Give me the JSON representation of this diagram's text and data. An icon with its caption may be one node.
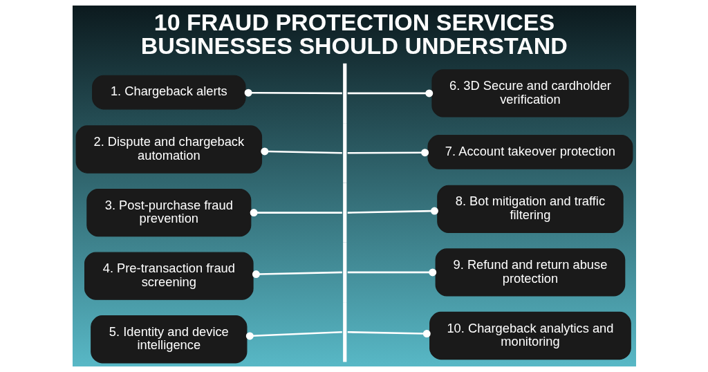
{
  "diagram": {
    "title": "10 FRAUD PROTECTION SERVICES BUSINESSES SHOULD UNDERSTAND",
    "nodes": [
      {
        "text": [],
        "shape": "bar"
      },
      {
        "text": [
          "1. Chargeback alerts"
        ]
      },
      {
        "text": [
          "2. Dispute and chargeback automation"
        ]
      },
      {
        "text": [
          "3. Post-purchase fraud prevention"
        ]
      },
      {
        "text": [
          "4. Pre-transaction fraud screening"
        ]
      },
      {
        "text": [
          "5. Identity and device intelligence"
        ]
      },
      {
        "text": [
          "6. 3D Secure and cardholder verification"
        ]
      },
      {
        "text": [
          "7. Account takeover protection"
        ]
      },
      {
        "text": [
          "8. Bot mitigation and traffic filtering"
        ]
      },
      {
        "text": [
          "9. Refund and return abuse protection"
        ]
      },
      {
        "text": [
          "10. Chargeback analytics and monitoring"
        ]
      }
    ],
    "edges": [
      {
        "from": 1,
        "to": 0,
        "arrow": "other"
      },
      {
        "from": 2,
        "to": 0,
        "arrow": "other"
      },
      {
        "from": 3,
        "to": 0,
        "arrow": "other"
      },
      {
        "from": 4,
        "to": 0,
        "arrow": "other"
      },
      {
        "from": 5,
        "to": 0,
        "arrow": "other"
      },
      {
        "from": 0,
        "to": 6,
        "arrow": "other"
      },
      {
        "from": 0,
        "to": 7,
        "arrow": "other"
      },
      {
        "from": 0,
        "to": 8,
        "arrow": "other"
      },
      {
        "from": 0,
        "to": 9,
        "arrow": "other"
      },
      {
        "from": 0,
        "to": 10,
        "arrow": "other"
      }
    ]
  }
}
